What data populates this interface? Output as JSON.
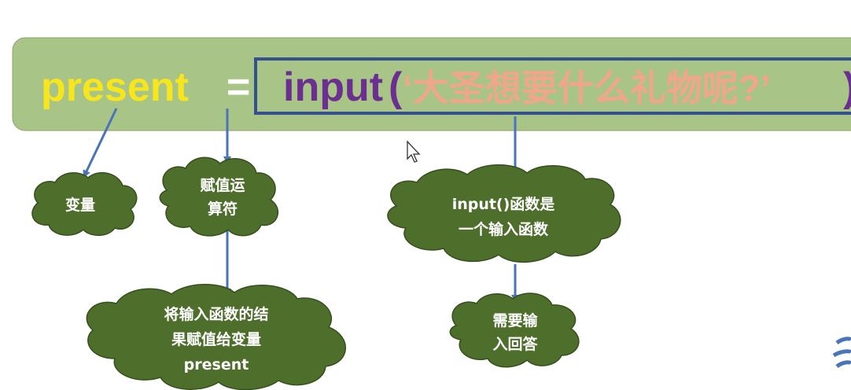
{
  "code": {
    "variable": "present",
    "operator": "=",
    "function": "input",
    "open_paren": "(",
    "string": "‘大圣想要什么礼物呢?’",
    "close_paren": ")"
  },
  "clouds": {
    "variable": "变量",
    "assign_op": [
      "赋值运",
      "算符"
    ],
    "input_func": [
      "input()函数是",
      "一个输入函数"
    ],
    "result": [
      "将输入函数的结",
      "果赋值给变量",
      "present"
    ],
    "need_answer": [
      "需要输",
      "入回答"
    ]
  },
  "colors": {
    "banner": "#a8c487",
    "variable": "#f7e61e",
    "operator": "#ffffff",
    "function": "#6b2f8f",
    "string": "#f0a68a",
    "box": "#34508f",
    "cloud": "#4e6e2c",
    "arrow": "#4a74b8"
  }
}
